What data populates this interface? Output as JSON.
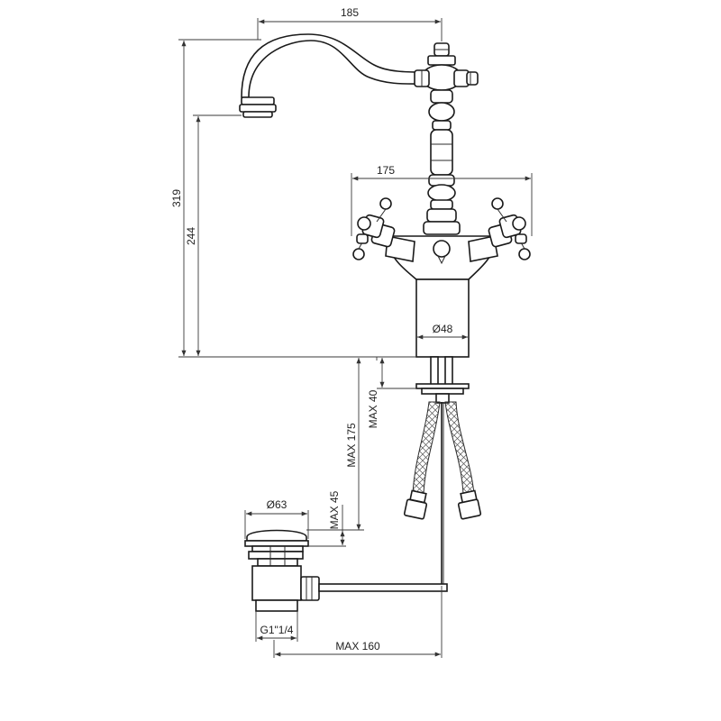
{
  "dimensions": {
    "spout_reach": "185",
    "overall_height": "319",
    "spout_height": "244",
    "handle_span": "175",
    "body_diameter": "Ø48",
    "max_deck_thickness": "MAX 40",
    "max_hose_length": "MAX 175",
    "waste_diameter": "Ø63",
    "max_waste_depth": "MAX 45",
    "waste_thread": "G1\"1/4",
    "max_rod_reach": "MAX 160"
  }
}
